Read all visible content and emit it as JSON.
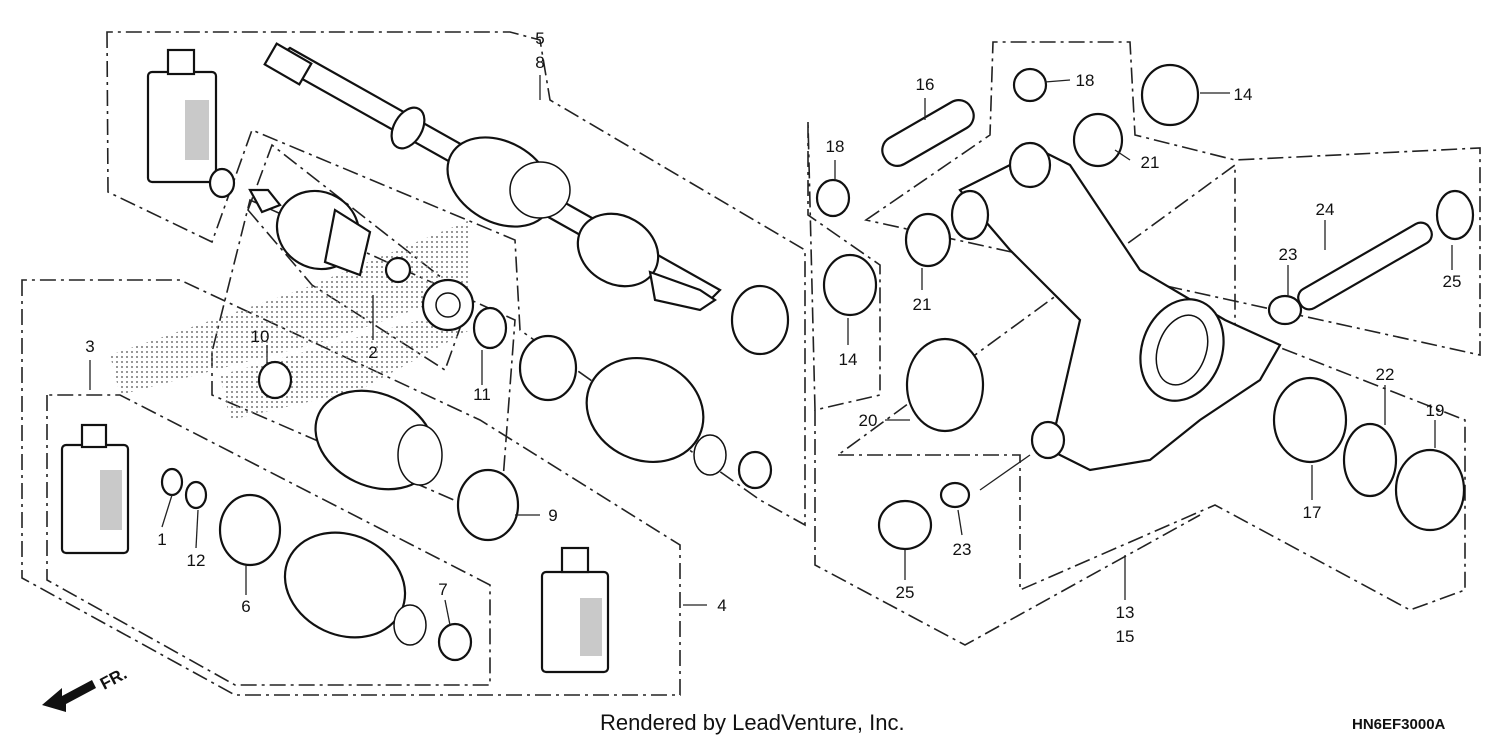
{
  "footer_text": "Rendered by LeadVenture, Inc.",
  "diagram_code": "HN6EF3000A",
  "front_marker": "FR.",
  "callouts": {
    "c1": "1",
    "c2": "2",
    "c3": "3",
    "c4": "4",
    "c5": "5",
    "c6": "6",
    "c7": "7",
    "c8": "8",
    "c9": "9",
    "c10": "10",
    "c11": "11",
    "c12": "12",
    "c13": "13",
    "c14a": "14",
    "c14b": "14",
    "c15": "15",
    "c16": "16",
    "c17": "17",
    "c18a": "18",
    "c18b": "18",
    "c19": "19",
    "c20": "20",
    "c21a": "21",
    "c21b": "21",
    "c22": "22",
    "c23a": "23",
    "c23b": "23",
    "c24": "24",
    "c25a": "25",
    "c25b": "25"
  }
}
